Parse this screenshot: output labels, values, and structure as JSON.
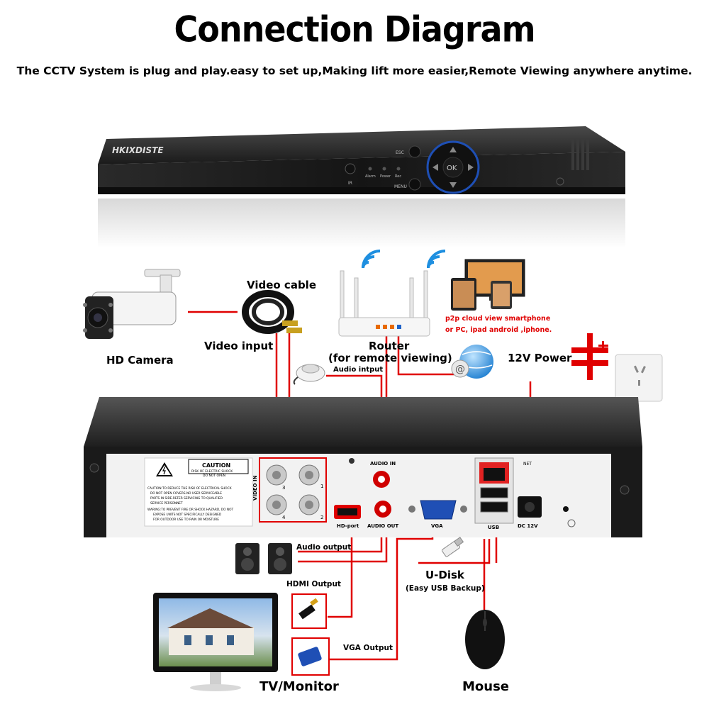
{
  "header": {
    "title": "Connection Diagram",
    "subtitle": "The CCTV System is plug and play.easy to set up,Making lift more easier,Remote Viewing anywhere anytime."
  },
  "front_panel": {
    "brand": "HKIXDISTE",
    "ir": "IR",
    "alarm": "Alarm",
    "power": "Power",
    "rec": "Rec",
    "esc": "ESC",
    "ok": "OK",
    "menu": "MENU"
  },
  "devices": {
    "camera": "HD Camera",
    "video_cable": "Video cable",
    "video_input": "Video input",
    "router": "Router",
    "router_note": "(for remote viewing)",
    "p2p_line1": "p2p cloud  view smartphone",
    "p2p_line2": "or PC, ipad android ,iphone.",
    "power": "12V Power",
    "audio_input": "Audio intput",
    "audio_output": "Audio output",
    "hdmi_output": "HDMI Output",
    "vga_output": "VGA Output",
    "udisk": "U-Disk",
    "udisk_note": "(Easy USB Backup)",
    "tv": "TV/Monitor",
    "mouse": "Mouse"
  },
  "back_panel": {
    "caution": "CAUTION",
    "caution_sub1": "RISK OF ELECTRIC SHOCK",
    "caution_sub2": "DO NOT OPEN",
    "caution_text1": "CAUTION:TO REDUCE THE RISK OF ELECTRICAL SHOCK",
    "caution_text2": "DO NOT OPEN COVERS.NO USER SERVICEABLE",
    "caution_text3": "PARTS IN SIDE.REFER SERVICING TO QUALIFIED",
    "caution_text4": "SERVICE PERSONNET",
    "caution_text5": "WARING:TO PREVENT FIRE OR SHOCK HAZARD, DO NOT",
    "caution_text6": "EXPOSE UNITS NOT SPECIFICALLY DESIGNED",
    "caution_text7": "FOR OUTDOOR USE TO RAIN OR MOISTURE",
    "video_in": "VIDEO IN",
    "ch1": "1",
    "ch2": "2",
    "ch3": "3",
    "ch4": "4",
    "audio_in": "AUDIO IN",
    "audio_out": "AUDIO OUT",
    "hd_port": "HD-port",
    "vga": "VGA",
    "usb": "USB",
    "net": "NET",
    "dc": "DC 12V"
  },
  "colors": {
    "wire": "#e00000",
    "dvr_body": "#1c1c1c",
    "panel": "#f2f2f2"
  }
}
